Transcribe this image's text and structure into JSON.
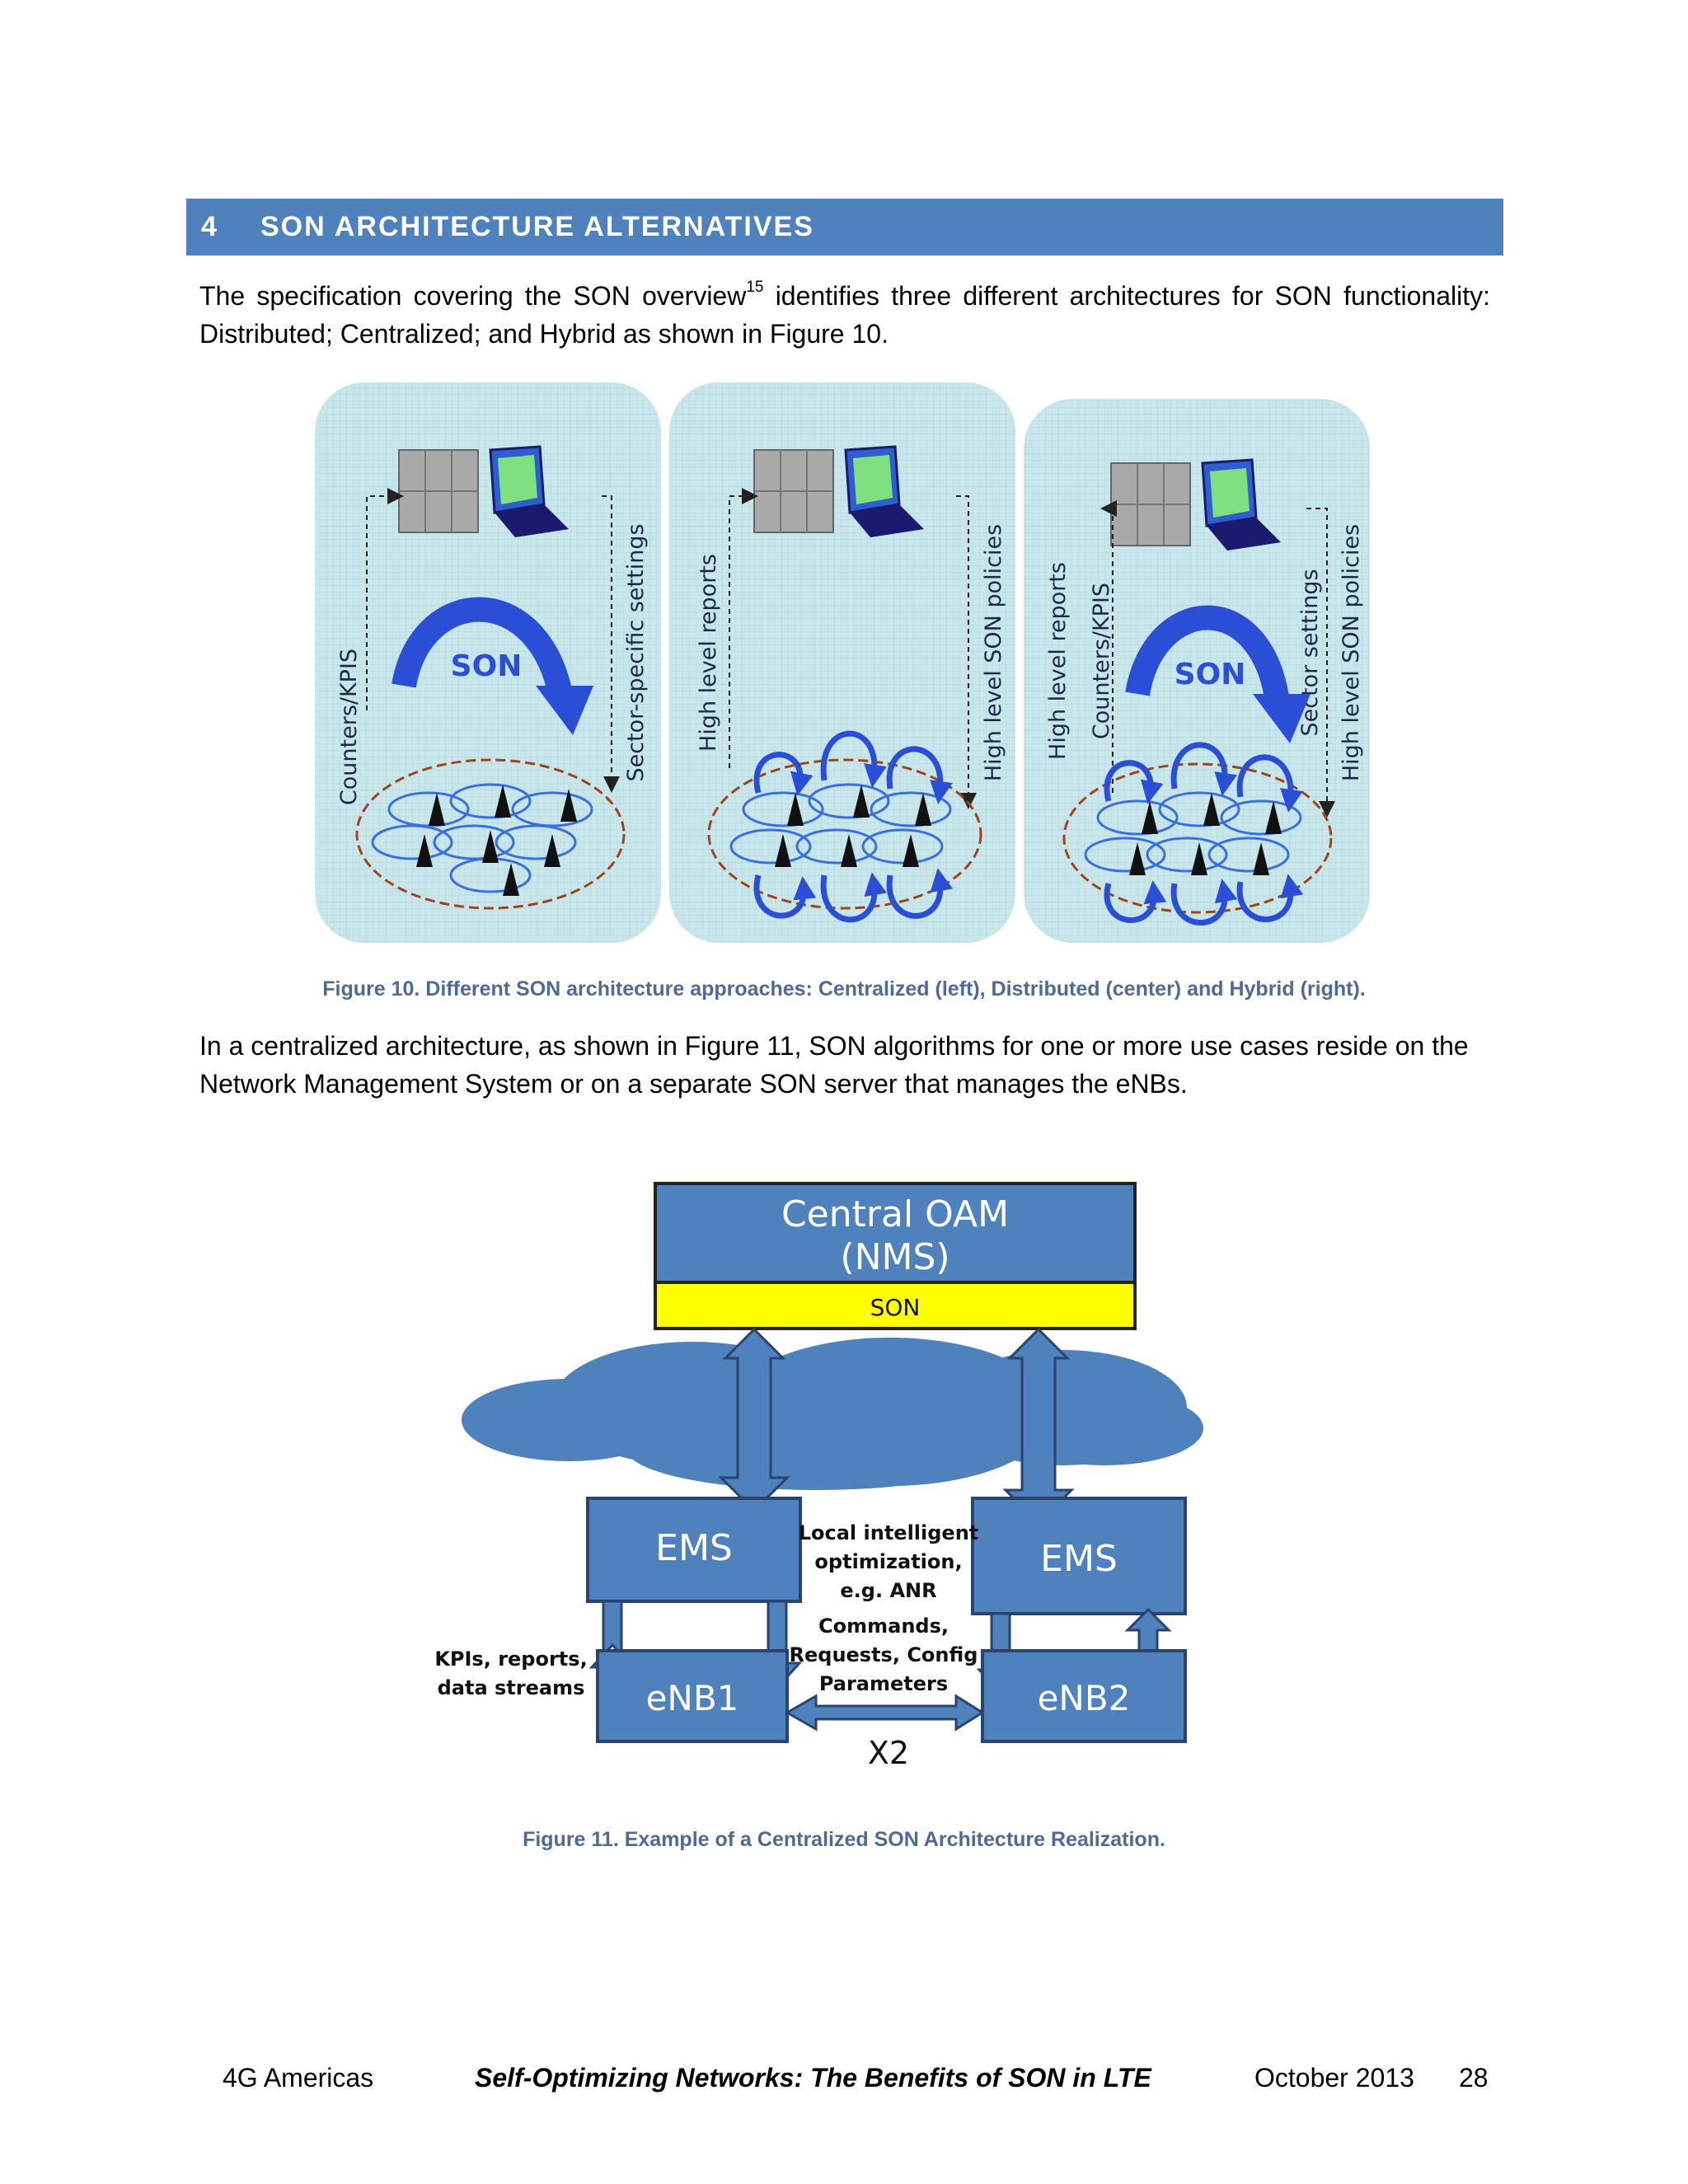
{
  "section": {
    "number": "4",
    "title": "SON ARCHITECTURE ALTERNATIVES"
  },
  "para1": {
    "pre": "The specification covering the SON overview",
    "footnote": "15",
    "post": " identifies three different architectures for SON functionality: Distributed; Centralized; and Hybrid as shown in Figure 10."
  },
  "figure10": {
    "caption": "Figure 10. Different SON architecture approaches: Centralized (left), Distributed (center) and Hybrid (right).",
    "panels": [
      {
        "labels": [
          "Counters/KPIS",
          "Sector-specific settings"
        ],
        "son": "SON"
      },
      {
        "labels": [
          "High level reports",
          "High level SON policies"
        ],
        "son": ""
      },
      {
        "labels": [
          "High level reports",
          "Counters/KPIS",
          "Sector settings",
          "High level SON policies"
        ],
        "son": "SON"
      }
    ]
  },
  "para2": "In a centralized architecture, as shown in Figure 11, SON algorithms for one or more use cases reside on the Network Management System or on a separate SON server that manages the eNBs.",
  "figure11": {
    "caption": "Figure 11. Example of a Centralized SON Architecture Realization.",
    "central_line1": "Central OAM",
    "central_line2": "(NMS)",
    "son_bar": "SON",
    "ems_left": "EMS",
    "ems_right": "EMS",
    "enb1": "eNB1",
    "enb2": "eNB2",
    "x2": "X2",
    "local_line1": "Local intelligent",
    "local_line2": "optimization,",
    "local_line3": "e.g. ANR",
    "cmd_line1": "Commands,",
    "cmd_line2": "Requests, Config",
    "cmd_line3": "Parameters",
    "kpi_line1": "KPIs, reports,",
    "kpi_line2": "data streams"
  },
  "footer": {
    "org": "4G Americas",
    "title": "Self-Optimizing Networks: The Benefits of SON in LTE",
    "date": "October 2013",
    "page": "28"
  },
  "colors": {
    "heading_bg": "#4f81bd",
    "caption": "#4f6a96",
    "box_blue": "#4f81bd",
    "son_yellow": "#ffff00"
  }
}
